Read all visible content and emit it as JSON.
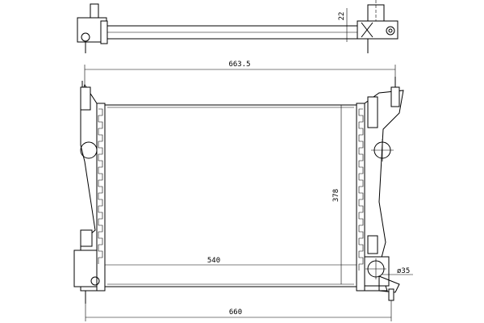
{
  "drawing": {
    "subject": "radiator",
    "dimensions": {
      "depth": "22",
      "overall_width_top": "663.5",
      "core_height": "378",
      "core_width": "540",
      "pipe_diameter": "ø35",
      "overall_width_bottom": "660"
    }
  }
}
